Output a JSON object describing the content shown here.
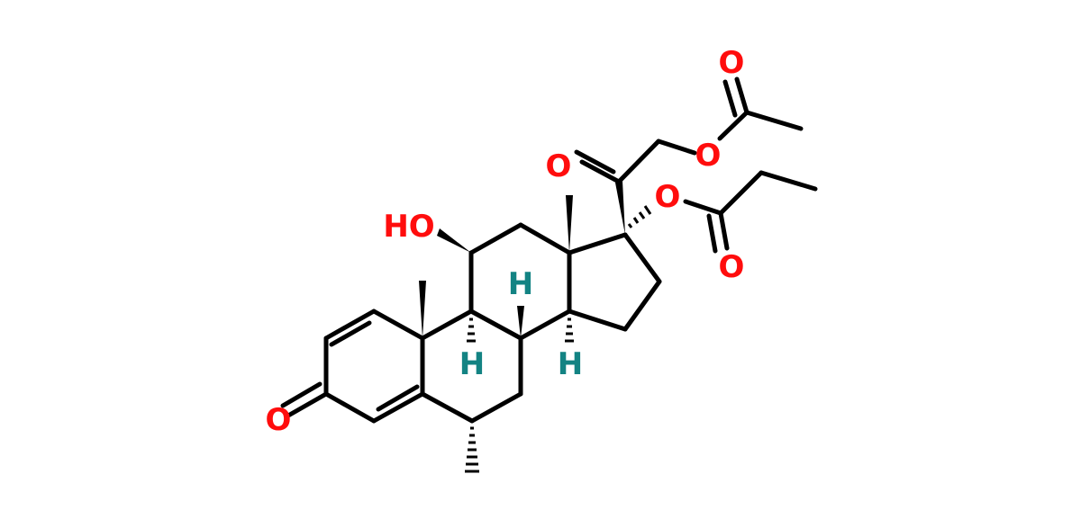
{
  "colors": {
    "bond": "#000000",
    "oxygen": "#ff0d0d",
    "stereo_hydrogen": "#138383"
  },
  "labels": {
    "hydroxyl": "HO",
    "ketone_3_o": "O",
    "ketone_20_o": "O",
    "acetate_ester_o": "O",
    "acetate_carbonyl_o": "O",
    "propionate_ester_o": "O",
    "propionate_carbonyl_o": "O",
    "h8": "H",
    "h9": "H",
    "h14": "H"
  }
}
